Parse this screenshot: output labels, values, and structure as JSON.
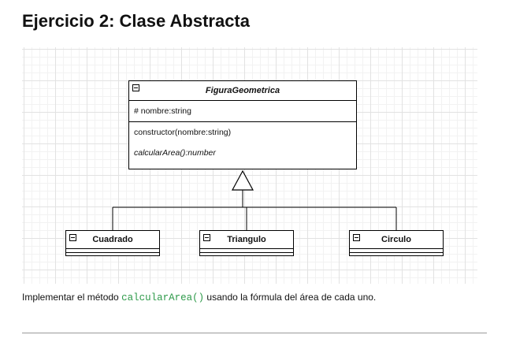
{
  "title": "Ejercicio 2: Clase Abstracta",
  "diagram": {
    "abstract_class": {
      "name": "FiguraGeometrica",
      "attributes": [
        "# nombre:string"
      ],
      "methods": [
        "constructor(nombre:string)",
        "calcularArea():number"
      ]
    },
    "subclasses": [
      "Cuadrado",
      "Triangulo",
      "Circulo"
    ]
  },
  "footer": {
    "before": "Implementar el método ",
    "code": "calcularArea()",
    "after": " usando la fórmula del área de cada uno."
  }
}
